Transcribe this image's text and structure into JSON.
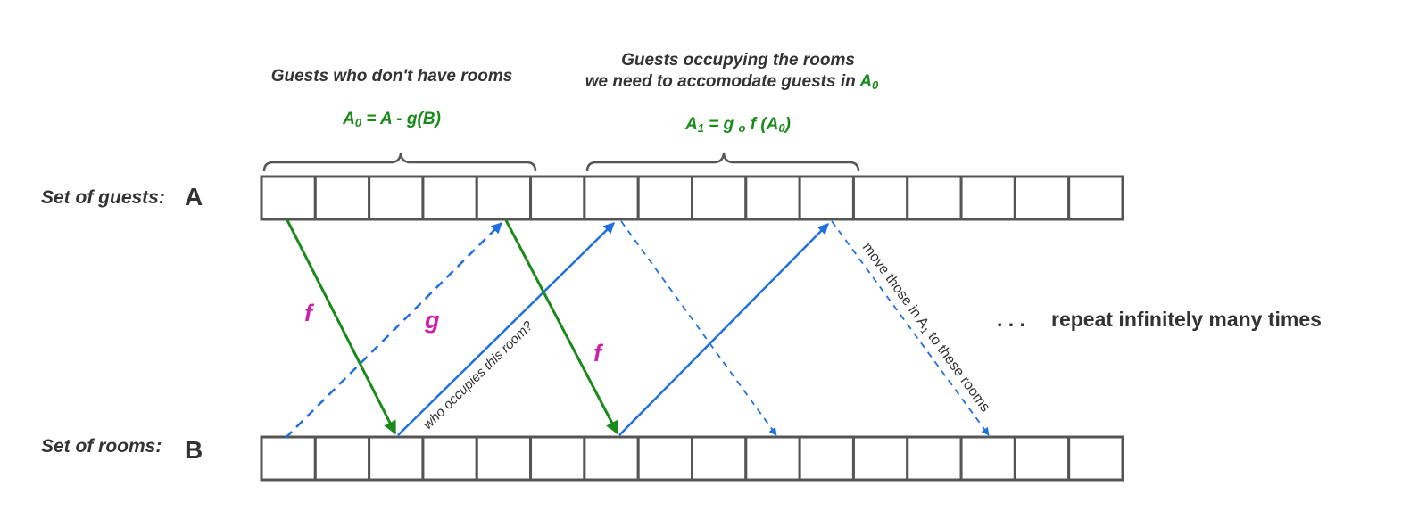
{
  "colors": {
    "green": "#1a8a1a",
    "blue": "#1f6fe0",
    "magenta": "#d11fa8",
    "dark": "#333333",
    "grid": "#555555"
  },
  "captions": {
    "left": "Guests who don't have rooms",
    "right_line1": "Guests occupying the rooms",
    "right_line2_prefix": "we need to accomodate guests in ",
    "right_line2_set": "A",
    "right_line2_sub": "0"
  },
  "formulas": {
    "a0_set": "A",
    "a0_sub": "0",
    "a0_rest": " = A - g(B)",
    "a1_set": "A",
    "a1_sub": "1",
    "a1_eq": " = g ",
    "a1_compose": "o",
    "a1_f": " f (A",
    "a1_inner_sub": "0",
    "a1_close": ")"
  },
  "rows": {
    "guests_label": "Set of guests:",
    "guests_letter": "A",
    "rooms_label": "Set of rooms:",
    "rooms_letter": "B"
  },
  "function_labels": {
    "f1": "f",
    "g": "g",
    "f2": "f"
  },
  "annotations": {
    "who_occupies": "who occupies this room?",
    "move_prefix": "move those in A",
    "move_sub": "1",
    "move_suffix": " to these rooms"
  },
  "repeat": {
    "dots": ". . .",
    "text": "repeat infinitely many times"
  },
  "grid": {
    "cells_per_row": 16
  }
}
